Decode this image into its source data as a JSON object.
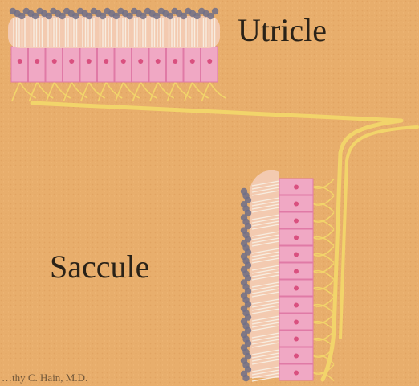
{
  "labels": {
    "utricle": "Utricle",
    "saccule": "Saccule",
    "credit": "…thy C. Hain, M.D."
  },
  "colors": {
    "background": "#e8ae6c",
    "nerve": "#f2d46a",
    "cell_pink": "#f0a8c4",
    "cell_border": "#e07aa6",
    "nucleus": "#d9507f",
    "hair": "#f7ede0",
    "otoconia": "#6f6f88",
    "label_text": "#2a2218"
  }
}
